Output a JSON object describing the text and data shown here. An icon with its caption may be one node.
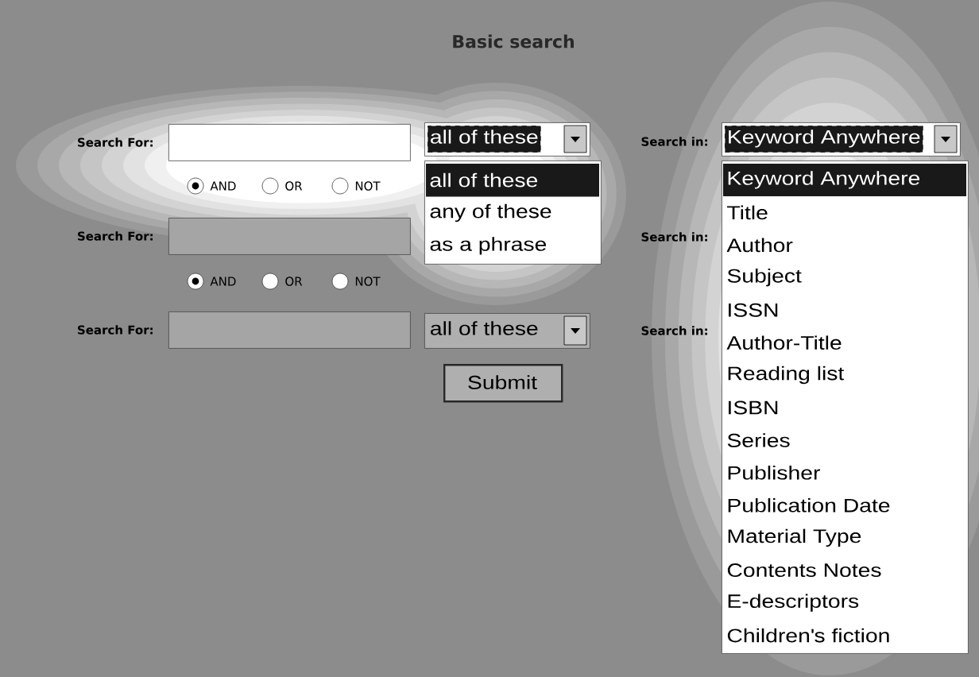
{
  "diagram": {
    "title": "Basic search",
    "nodes": [
      {
        "text": [],
        "shape": "box",
        "beside": [
          "Search For:"
        ]
      },
      {
        "text": [
          "all of these"
        ]
      },
      {
        "text": [
          "all of these",
          "any of these",
          "as a phrase"
        ]
      },
      {
        "text": [
          "Keyword Anywhere"
        ]
      },
      {
        "text": [
          "Keyword Anywhere",
          "Title",
          "Author",
          "Subject",
          "ISSN",
          "Author-Title",
          "Reading list",
          "ISBN",
          "Series",
          "Publisher",
          "Publication Date",
          "Material Type",
          "Contents Notes",
          "E-descriptors",
          "Children's fiction"
        ]
      },
      {
        "text": [],
        "shape": "box",
        "beside": [
          "Search For:"
        ]
      },
      {
        "text": [],
        "shape": "box",
        "beside": [
          "Search For:"
        ]
      },
      {
        "text": [
          "all of these"
        ]
      },
      {
        "text": [
          "Submit"
        ]
      }
    ],
    "labels": [
      "Search in:",
      "AND",
      "OR",
      "NOT",
      "Search in:",
      "AND",
      "OR",
      "NOT",
      "Search in:"
    ]
  }
}
